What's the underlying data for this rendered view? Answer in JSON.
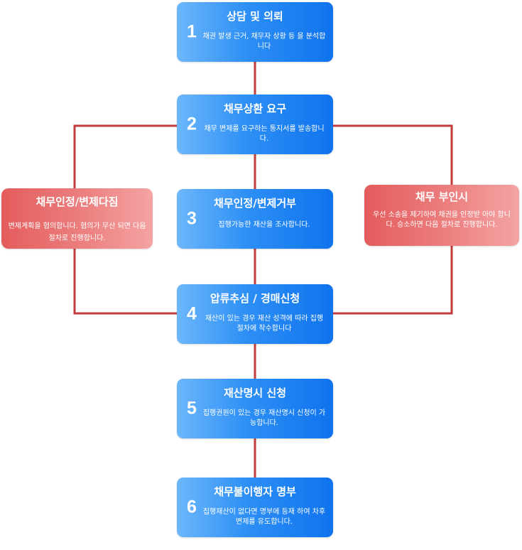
{
  "steps": [
    {
      "num": "1",
      "title": "상담 및 의뢰",
      "desc": "채권 발생 근거, 채무자 상황 등 을 분석합니다"
    },
    {
      "num": "2",
      "title": "채무상환 요구",
      "desc": "채무 변제를 요구하는 통지서를 발송합니다."
    },
    {
      "num": "3",
      "title": "채무인정/변제거부",
      "desc": "집행가능한 재산을 조사합니다."
    },
    {
      "num": "4",
      "title": "압류추심 / 경매신청",
      "desc": "재산이 있는 경우 재산 성격에 따라 집행절차에 착수합니다"
    },
    {
      "num": "5",
      "title": "재산명시 신청",
      "desc": "집행권원이 있는 경우 재산명시 신청이 가능합니다."
    },
    {
      "num": "6",
      "title": "채무불이행자 명부",
      "desc": "집행재산이 없다면 명부에 등재 하여 차후 변제를 유도합니다."
    }
  ],
  "left_box": {
    "title": "채무인정/변제다짐",
    "desc": "변제계획을 협의합니다. 협의가 무산 되면 다음절차로 진행합니다."
  },
  "right_box": {
    "title": "채무 부인시",
    "desc": "우선 소송을 제기하여 채권을 인정받 아야 합니다. 승소하면 다음 절차로 진행합니다."
  },
  "colors": {
    "step_blue": "#1a7cf0",
    "side_red": "#e45c5c",
    "connector": "#c23b3b"
  }
}
